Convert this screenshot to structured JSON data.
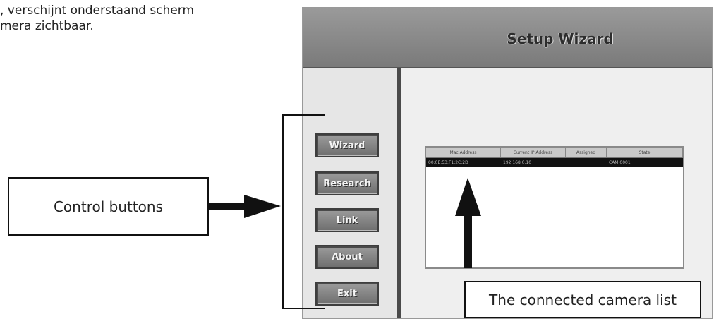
{
  "intro": {
    "line1": ", verschijnt onderstaand scherm",
    "line2": "mera zichtbaar."
  },
  "window": {
    "title": "Setup Wizard"
  },
  "control_buttons": [
    {
      "label": "Wizard"
    },
    {
      "label": "Research"
    },
    {
      "label": "Link"
    },
    {
      "label": "About"
    },
    {
      "label": "Exit"
    }
  ],
  "camera_list": {
    "columns": [
      "Mac Address",
      "Current IP Address",
      "Assigned",
      "State"
    ],
    "rows": [
      [
        "00:0E:53:F1:2C:2D",
        "192.168.0.10",
        "",
        "CAM 0001"
      ]
    ]
  },
  "callouts": {
    "left": "Control buttons",
    "bottom": "The connected camera list"
  },
  "colors": {
    "titlebar": "#8a8a8a",
    "button": "#8a8a8a",
    "selected_row": "#111111"
  }
}
